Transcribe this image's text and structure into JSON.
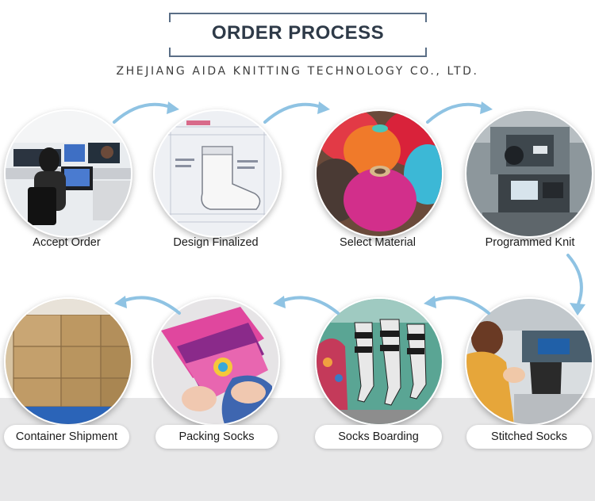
{
  "header": {
    "title": "ORDER PROCESS",
    "company": "ZHEJIANG AIDA KNITTING TECHNOLOGY CO., LTD."
  },
  "row1": [
    {
      "label": "Accept Order",
      "photo": "office-workers-photo"
    },
    {
      "label": "Design Finalized",
      "photo": "sock-design-drawing-photo"
    },
    {
      "label": "Select Material",
      "photo": "yarn-cones-photo"
    },
    {
      "label": "Programmed Knit",
      "photo": "knitting-machine-photo"
    }
  ],
  "row2": [
    {
      "label": "Container Shipment",
      "photo": "carton-boxes-photo"
    },
    {
      "label": "Packing Socks",
      "photo": "packing-socks-photo"
    },
    {
      "label": "Socks Boarding",
      "photo": "socks-boarding-photo"
    },
    {
      "label": "Stitched Socks",
      "photo": "stitching-socks-photo"
    }
  ],
  "colors": {
    "frame": "#5a6e86",
    "arrow": "#8fc3e3",
    "band": "#e7e7e8"
  }
}
